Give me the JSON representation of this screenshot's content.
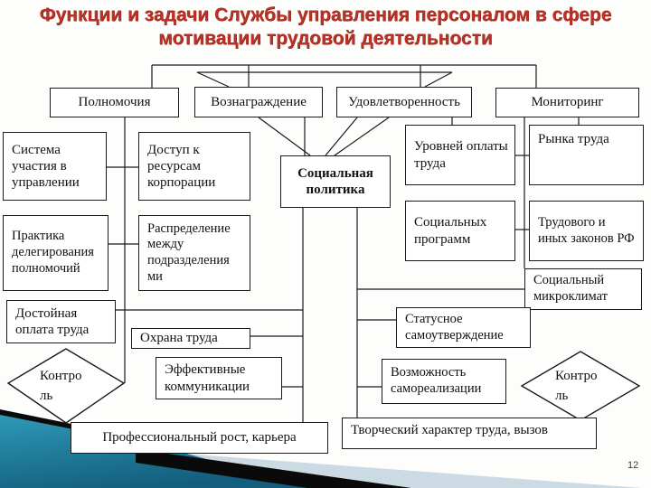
{
  "title": {
    "line1": "Функции и задачи Службы управления персоналом в сфере",
    "line2": "мотивации трудовой деятельности"
  },
  "headers": {
    "polnomochiya": "Полномочия",
    "voznagrazhdenie": "Вознаграждение",
    "udovletvorennost": "Удовлетворенность",
    "monitoring": "Мониторинг"
  },
  "boxes": {
    "sistema": "Система участия в управлении",
    "dostup": "Доступ к ресурсам корпорации",
    "praktika": "Практика делегирования полномочий",
    "raspredelenie": "Распределение между подразделения ми",
    "dostoynaya": "Достойная оплата труда",
    "okhrana": "Охрана труда",
    "effektivnye": "Эффективные коммуникации",
    "prof_rost": "Профессиональный рост, карьера",
    "sots_politika": "Социальная политика",
    "urovney": "Уровней оплаты труда",
    "rynka": "Рынка труда",
    "sotsialnykh": "Социальных программ",
    "trudovogo": "Трудового и иных законов РФ",
    "mikroklimat": "Социальный микроклимат",
    "statusnoe": "Статусное самоутверждение",
    "vozmozhnost": "Возможность самореализации",
    "tvorcheskiy": "Творческий характер труда, вызов"
  },
  "diamonds": {
    "left": "Контро\nль",
    "right": "Контро\nль"
  },
  "page_number": "12",
  "colors": {
    "title_red": "#b93226",
    "line_black": "#1a1a1a",
    "teal_light": "#2f9ab8",
    "teal_dark": "#135e7d",
    "pale_band": "#ccdae3",
    "stripe_black": "#0a0a0a"
  }
}
